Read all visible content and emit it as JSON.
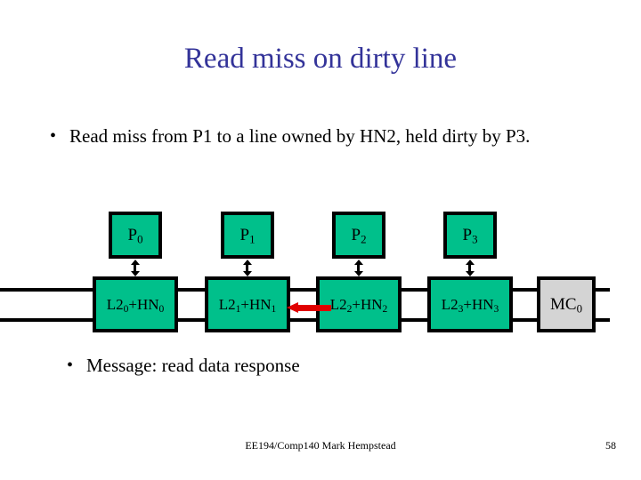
{
  "slide": {
    "title": "Read miss on dirty line",
    "bullets": [
      {
        "marker": "•",
        "text": "Read miss from P1 to a line owned by HN2, held dirty by P3."
      },
      {
        "marker": "•",
        "text": "Message: read data response"
      }
    ]
  },
  "diagram": {
    "nodes": [
      {
        "processor": "P",
        "processor_sub": "0",
        "cache": "L2",
        "cache_sub": "0",
        "home": "+HN",
        "home_sub": "0",
        "type": "cache"
      },
      {
        "processor": "P",
        "processor_sub": "1",
        "cache": "L2",
        "cache_sub": "1",
        "home": "+HN",
        "home_sub": "1",
        "type": "cache"
      },
      {
        "processor": "P",
        "processor_sub": "2",
        "cache": "L2",
        "cache_sub": "2",
        "home": "+HN",
        "home_sub": "2",
        "type": "cache"
      },
      {
        "processor": "P",
        "processor_sub": "3",
        "cache": "L2",
        "cache_sub": "3",
        "home": "+HN",
        "home_sub": "3",
        "type": "cache"
      }
    ],
    "memory_controller": {
      "label": "MC",
      "label_sub": "0",
      "type": "memory-controller"
    },
    "message_arrow": {
      "direction": "left",
      "from": "L2_2+HN_2",
      "to": "L2_1+HN_1",
      "color": "#E00000"
    },
    "colors": {
      "cache_fill": "#00C08B",
      "memctl_fill": "#D4D4D4",
      "border": "#000000",
      "bus": "#000000"
    }
  },
  "footer": {
    "credit": "EE194/Comp140 Mark Hempstead",
    "page_number": "58"
  },
  "theme": {
    "title_color": "#333399",
    "body_color": "#000000",
    "background": "#ffffff"
  }
}
